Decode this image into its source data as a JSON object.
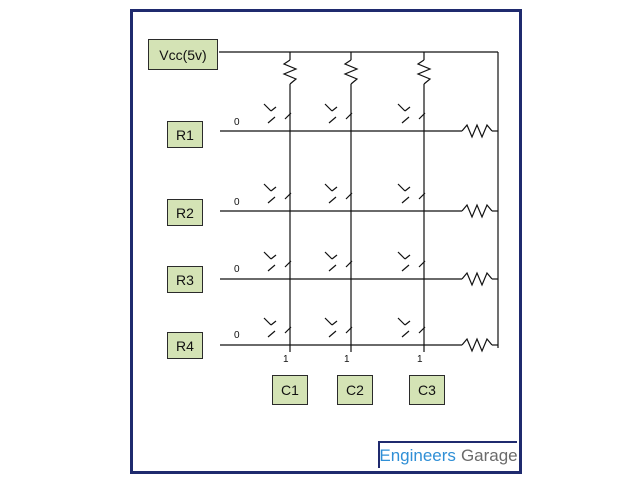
{
  "supply": {
    "label": "Vcc(5v)"
  },
  "rows": [
    {
      "label": "R1",
      "level": "0"
    },
    {
      "label": "R2",
      "level": "0"
    },
    {
      "label": "R3",
      "level": "0"
    },
    {
      "label": "R4",
      "level": "0"
    }
  ],
  "columns": [
    {
      "label": "C1",
      "level": "1"
    },
    {
      "label": "C2",
      "level": "1"
    },
    {
      "label": "C3",
      "level": "1"
    }
  ],
  "brand": {
    "word1": "Engineers",
    "word2": "Garage"
  },
  "colors": {
    "frame": "#1f2a6e",
    "label_fill": "#d4e3b5",
    "brand_blue": "#2f8fd6",
    "brand_gray": "#6b6b6b"
  }
}
